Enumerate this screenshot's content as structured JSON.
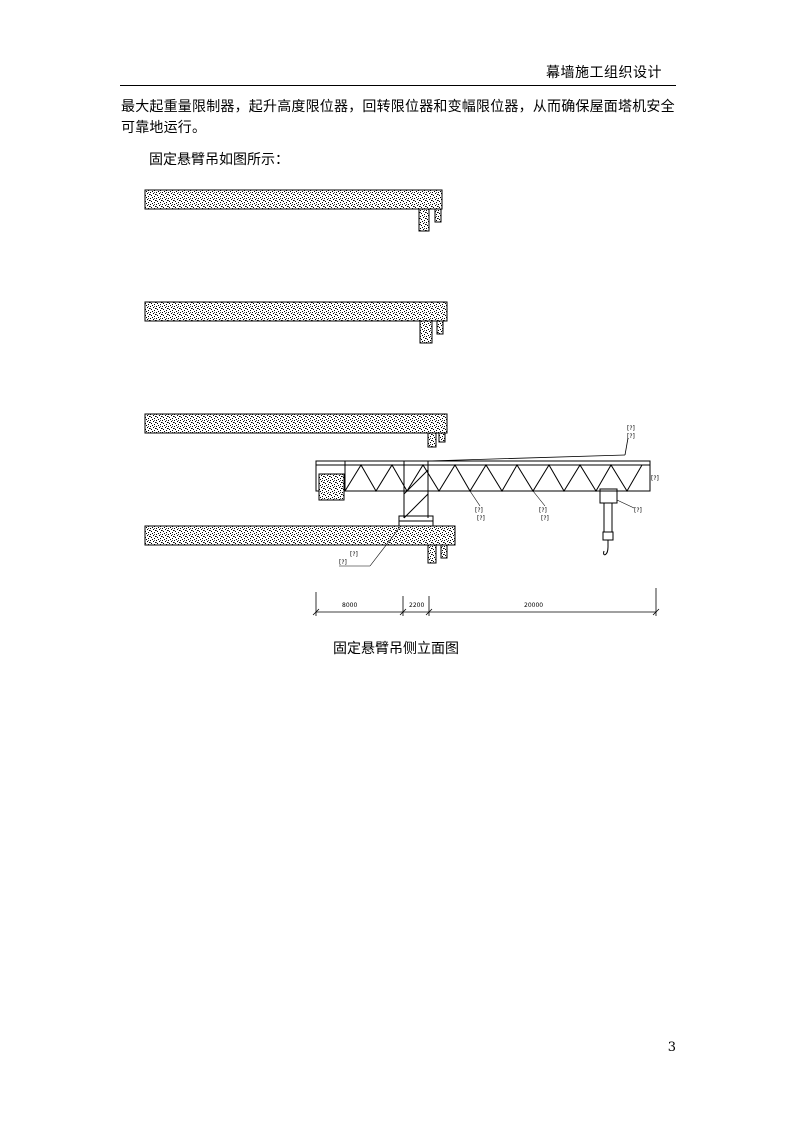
{
  "header": {
    "title": "幕墙施工组织设计"
  },
  "body": {
    "paragraph": "最大起重量限制器，起升高度限位器，回转限位器和变幅限位器，从而确保屋面塔机安全可靠地运行。",
    "intro": "固定悬臂吊如图所示："
  },
  "figure": {
    "caption": "固定悬臂吊侧立面图",
    "labels": {
      "top_right_1": "[?]",
      "top_right_2": "[?]",
      "height_dim": "[?]",
      "member_1": "[?]",
      "member_1b": "[?]",
      "member_2": "[?]",
      "member_2b": "[?]",
      "hoist": "[?]",
      "base_1": "[?]",
      "base_2": "[?]"
    },
    "dimensions": [
      "8000",
      "2200",
      "20000"
    ]
  },
  "footer": {
    "page_number": "3"
  }
}
